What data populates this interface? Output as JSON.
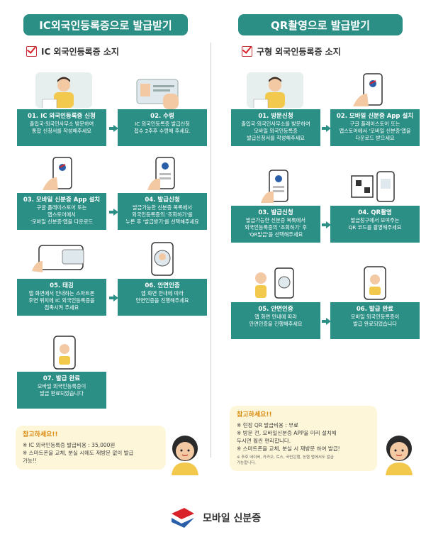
{
  "left": {
    "title": "IC외국인등록증으로 발급받기",
    "subtitle": "IC 외국인등록증 소지",
    "steps": [
      {
        "title": "01. IC 외국인등록증 신청",
        "desc": "출입국·외국인사무소 방문하여\n통합 신청서를 작성해주세요"
      },
      {
        "title": "02. 수령",
        "desc": "IC 외국인등록증 발급신청\n접수 2주후 수령해 주세요."
      },
      {
        "title": "03. 모바일 신분증 App 설치",
        "desc": "구글 플레이스토어 또는\n앱스토어에서\n'모바일 신분증'앱을 다운로드"
      },
      {
        "title": "04. 발급신청",
        "desc": "발급가능한 신분증 목록에서\n외국인등록증의 '조회하기'를\n누른 후 '발급받기'를 선택해주세요"
      },
      {
        "title": "05. 태깅",
        "desc": "앱 화면에서 안내하는 스마트폰\n후면 위치에 IC 외국인등록증을\n접촉시켜 주세요"
      },
      {
        "title": "06. 안면인증",
        "desc": "앱 화면 안내에 따라\n안면인증을 진행해주세요"
      },
      {
        "title": "07. 발급 완료",
        "desc": "모바일 외국인등록증이\n발급 완료되었습니다"
      }
    ],
    "note": {
      "title": "참고하세요!!",
      "lines": [
        "※ IC 외국인등록증 발급비용 : 35,000원",
        "※ 스마트폰을 교체, 분실 시에도 재방문 없이 발급\n   가능!!"
      ]
    }
  },
  "right": {
    "title": "QR촬영으로 발급받기",
    "subtitle": "구형 외국인등록증 소지",
    "steps": [
      {
        "title": "01. 방문신청",
        "desc": "출입국·외국인사무소를 방문하여\n모바일 외국인등록증\n발급신청서를 작성해주세요"
      },
      {
        "title": "02. 모바일 신분증 App 설치",
        "desc": "구글 플레이스토어 또는\n앱스토어에서 '모바일 신분증'앱을\n다운로드 받으세요"
      },
      {
        "title": "03. 발급신청",
        "desc": "발급가능한 신분증 목록에서\n외국인등록증의 '조회하기' 후\n'QR발급'을 선택해주세요"
      },
      {
        "title": "04. QR촬영",
        "desc": "발급창구에서 보여주는\nQR 코드를 촬영해주세요"
      },
      {
        "title": "05. 안면인증",
        "desc": "앱 화면 안내에 따라\n안면인증을 진행해주세요"
      },
      {
        "title": "06. 발급 완료",
        "desc": "모바일 외국인등록증이\n발급 완료되었습니다"
      }
    ],
    "note": {
      "title": "참고하세요!!",
      "lines": [
        "※ 현장 QR 발급비용 : 무료",
        "※ 방문 전, 모바일신분증 APP을 미리 설치해\n   두시면 훨씬 편리합니다.",
        "※ 스마트폰을 교체, 분실 시 재방문 하여 발급!"
      ],
      "small": "※ 추후 네이버, 카카오, 토스, 국민은행, 농협 앱에서도 발급\n   가능합니다."
    }
  },
  "logo_text": "모바일 신분증",
  "colors": {
    "teal": "#2b8f86",
    "accent_red": "#d8232a",
    "note_bg": "#fdf6d8",
    "note_title": "#d98a11"
  }
}
